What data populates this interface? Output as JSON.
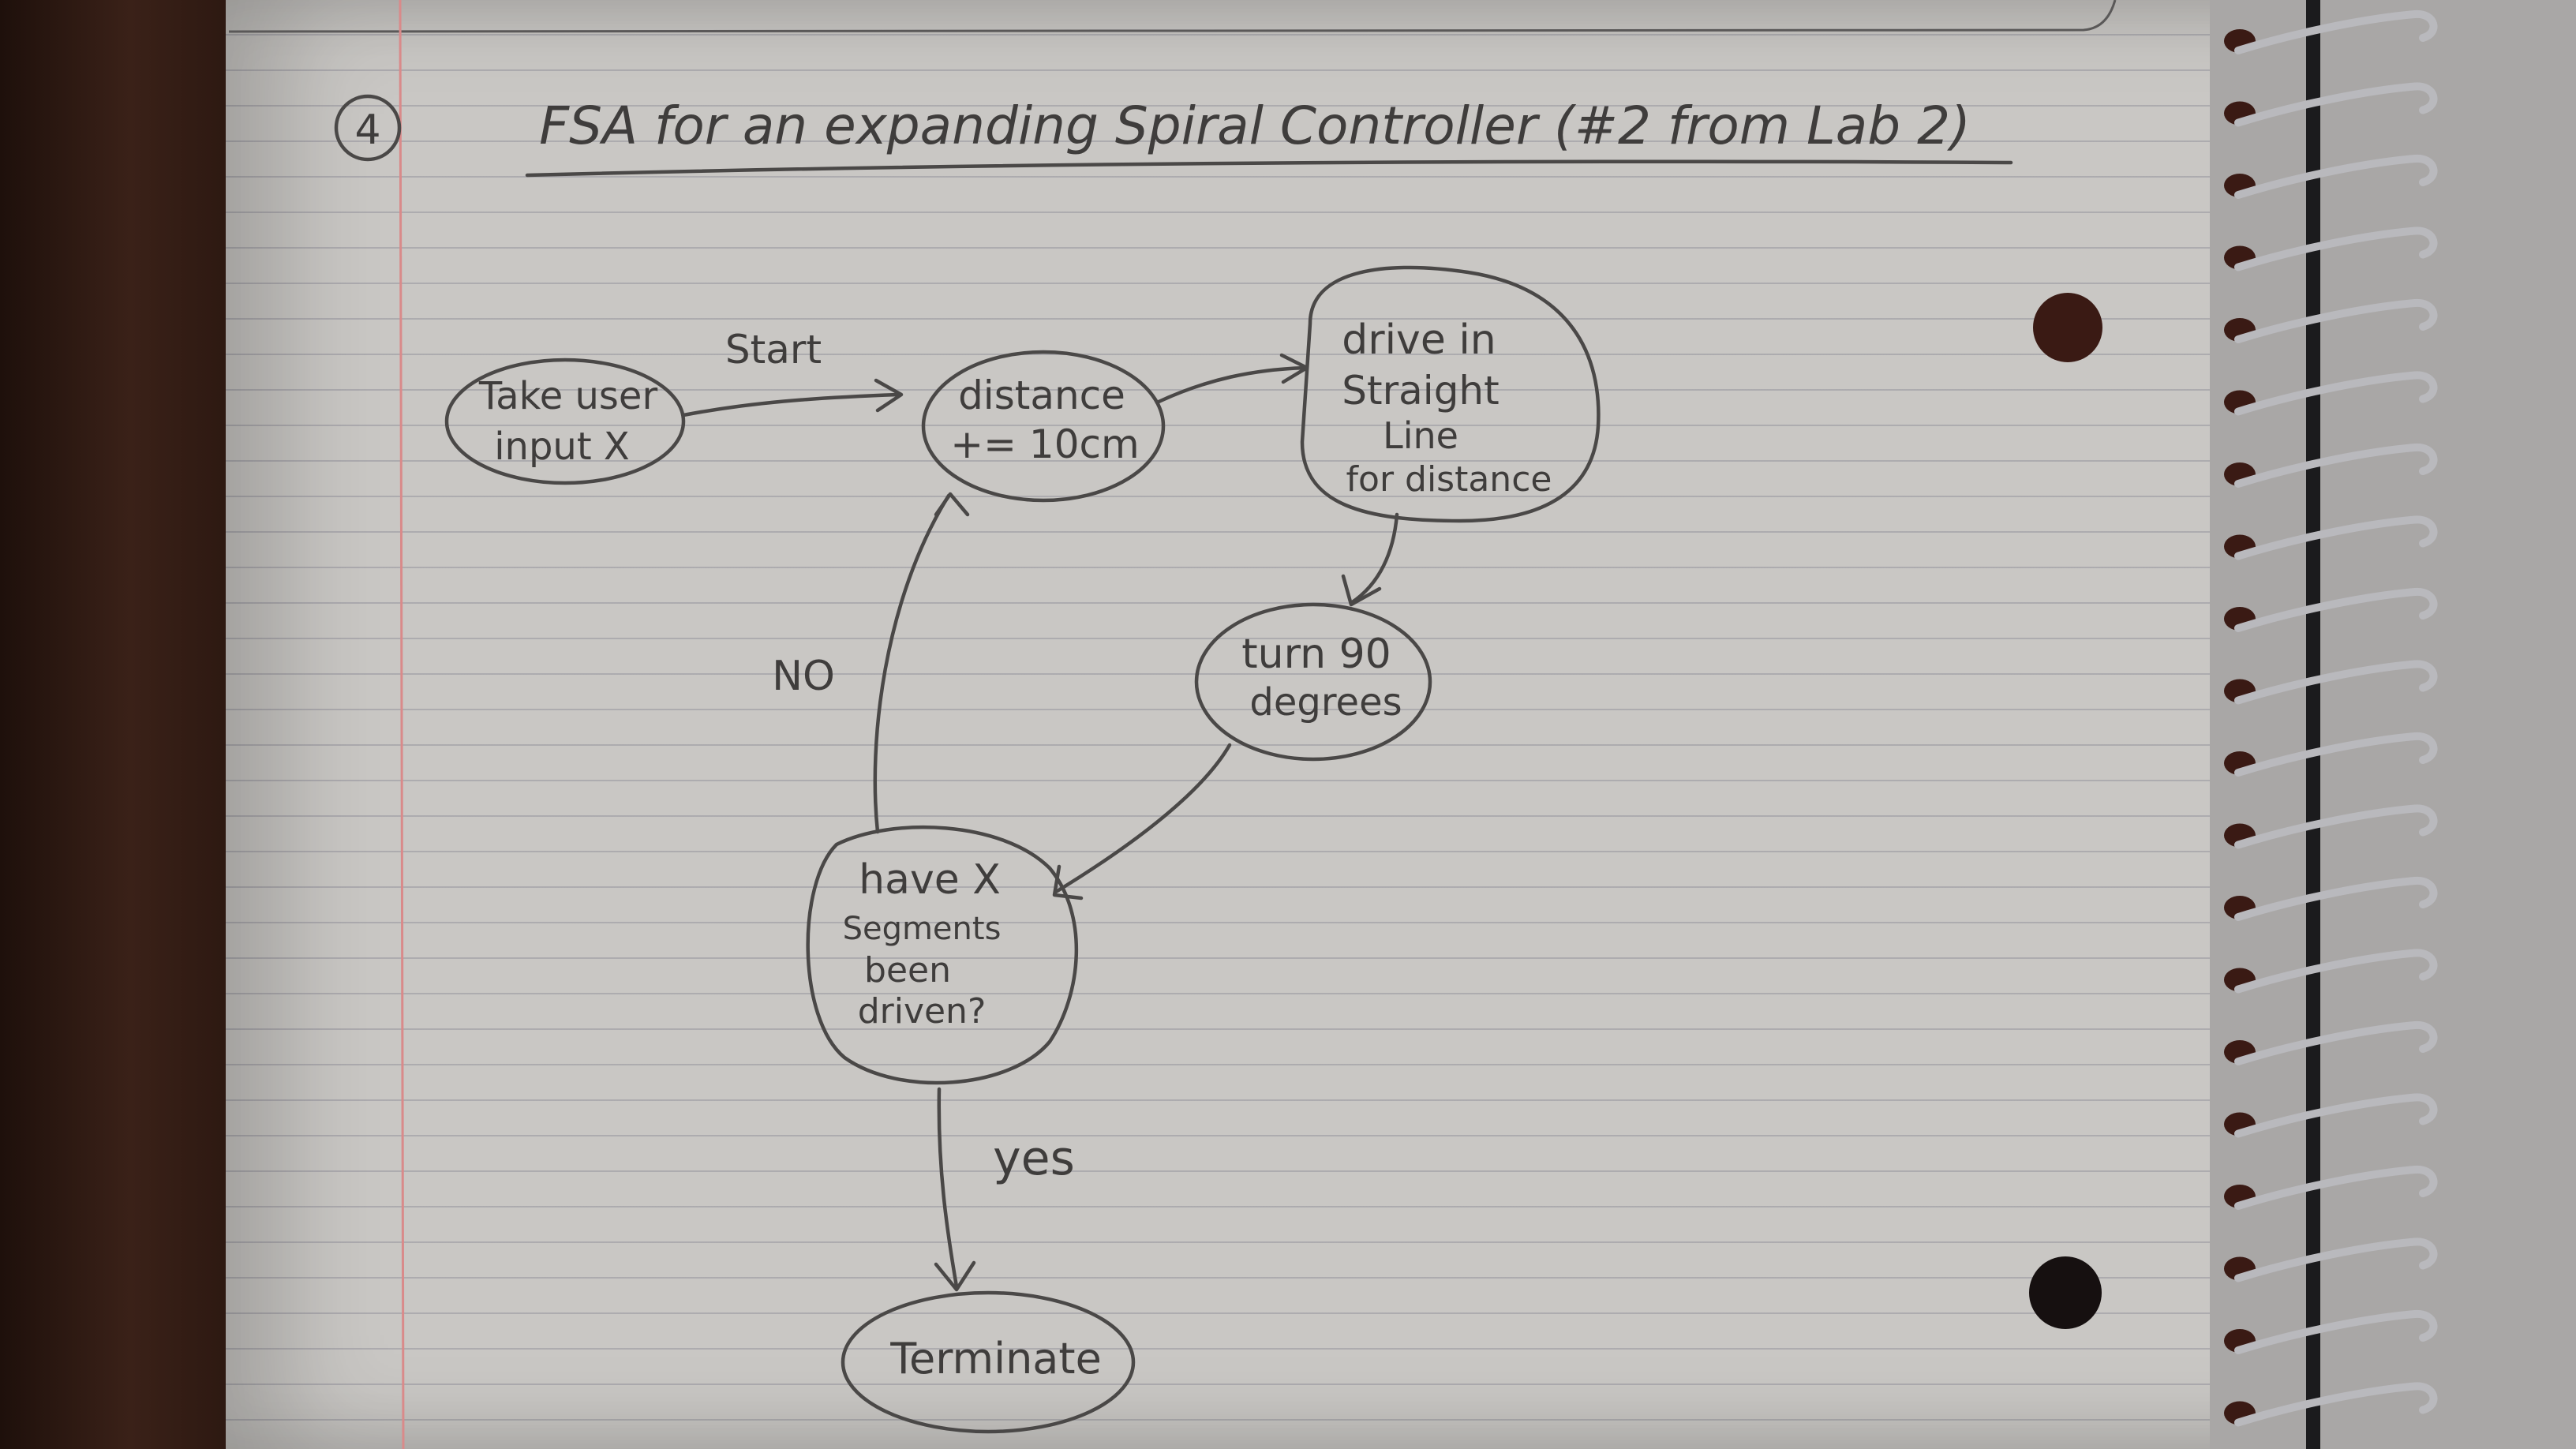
{
  "page": {
    "problem_number": "4",
    "title": "FSA for an expanding Spiral Controller (#2 from Lab 2)"
  },
  "states": {
    "input": {
      "line1": "Take user",
      "line2": "input X"
    },
    "distance": {
      "line1": "distance",
      "line2": "+= 10cm"
    },
    "drive": {
      "line1": "drive in",
      "line2": "Straight",
      "line3": "Line",
      "line4": "for distance"
    },
    "turn": {
      "line1": "turn 90",
      "line2": "degrees"
    },
    "check": {
      "line1": "have X",
      "line2": "Segments",
      "line3": "been",
      "line4": "driven?"
    },
    "terminate": {
      "label": "Terminate"
    }
  },
  "transitions": {
    "start": "Start",
    "no": "NO",
    "yes": "yes"
  },
  "colors": {
    "paper": "#c9c7c4",
    "pencil": "#3f3d3c",
    "margin_line": "#d98a8a",
    "punch_hole": "#3a1a14",
    "spiral_wire": "#b9b9bd"
  }
}
